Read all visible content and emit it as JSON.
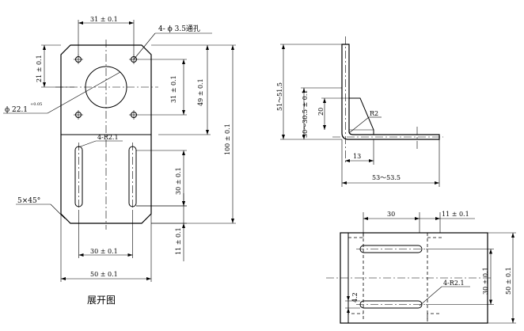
{
  "flat_view": {
    "caption": "展开图",
    "dim_hole_spacing": "31 ± 0.1",
    "dim_hole_callout": "4- ϕ 3.5通孔",
    "dim_top_offset": "21 ± 0.1",
    "dim_big_hole": "ϕ 22.1",
    "dim_big_hole_tol": "+0.05",
    "dim_vert_spacing": "31 ± 0.1",
    "dim_hole_height": "49 ± 0.1",
    "dim_slot_callout": "4-R2.1",
    "dim_slot_length": "30 ± 0.1",
    "dim_total_height": "100 ± 0.1",
    "dim_chamfer": "5×45°",
    "dim_slot_spacing": "30 ± 0.1",
    "dim_bottom_offset": "11 ± 0.1",
    "dim_total_width": "50 ± 0.1"
  },
  "side_view": {
    "dim_height": "51～51.5",
    "dim_inner_height": "30～30.5 ± 0.1",
    "dim_20": "20",
    "dim_radius": "R2",
    "dim_13": "13",
    "dim_length": "53～53.5"
  },
  "top_view": {
    "dim_30": "30",
    "dim_11": "11 ± 0.1",
    "dim_30_vert": "30 ± 0.1",
    "dim_50": "50 ± 0.1",
    "dim_slot_callout": "4-R2.1",
    "dim_4_2": "4.2"
  }
}
